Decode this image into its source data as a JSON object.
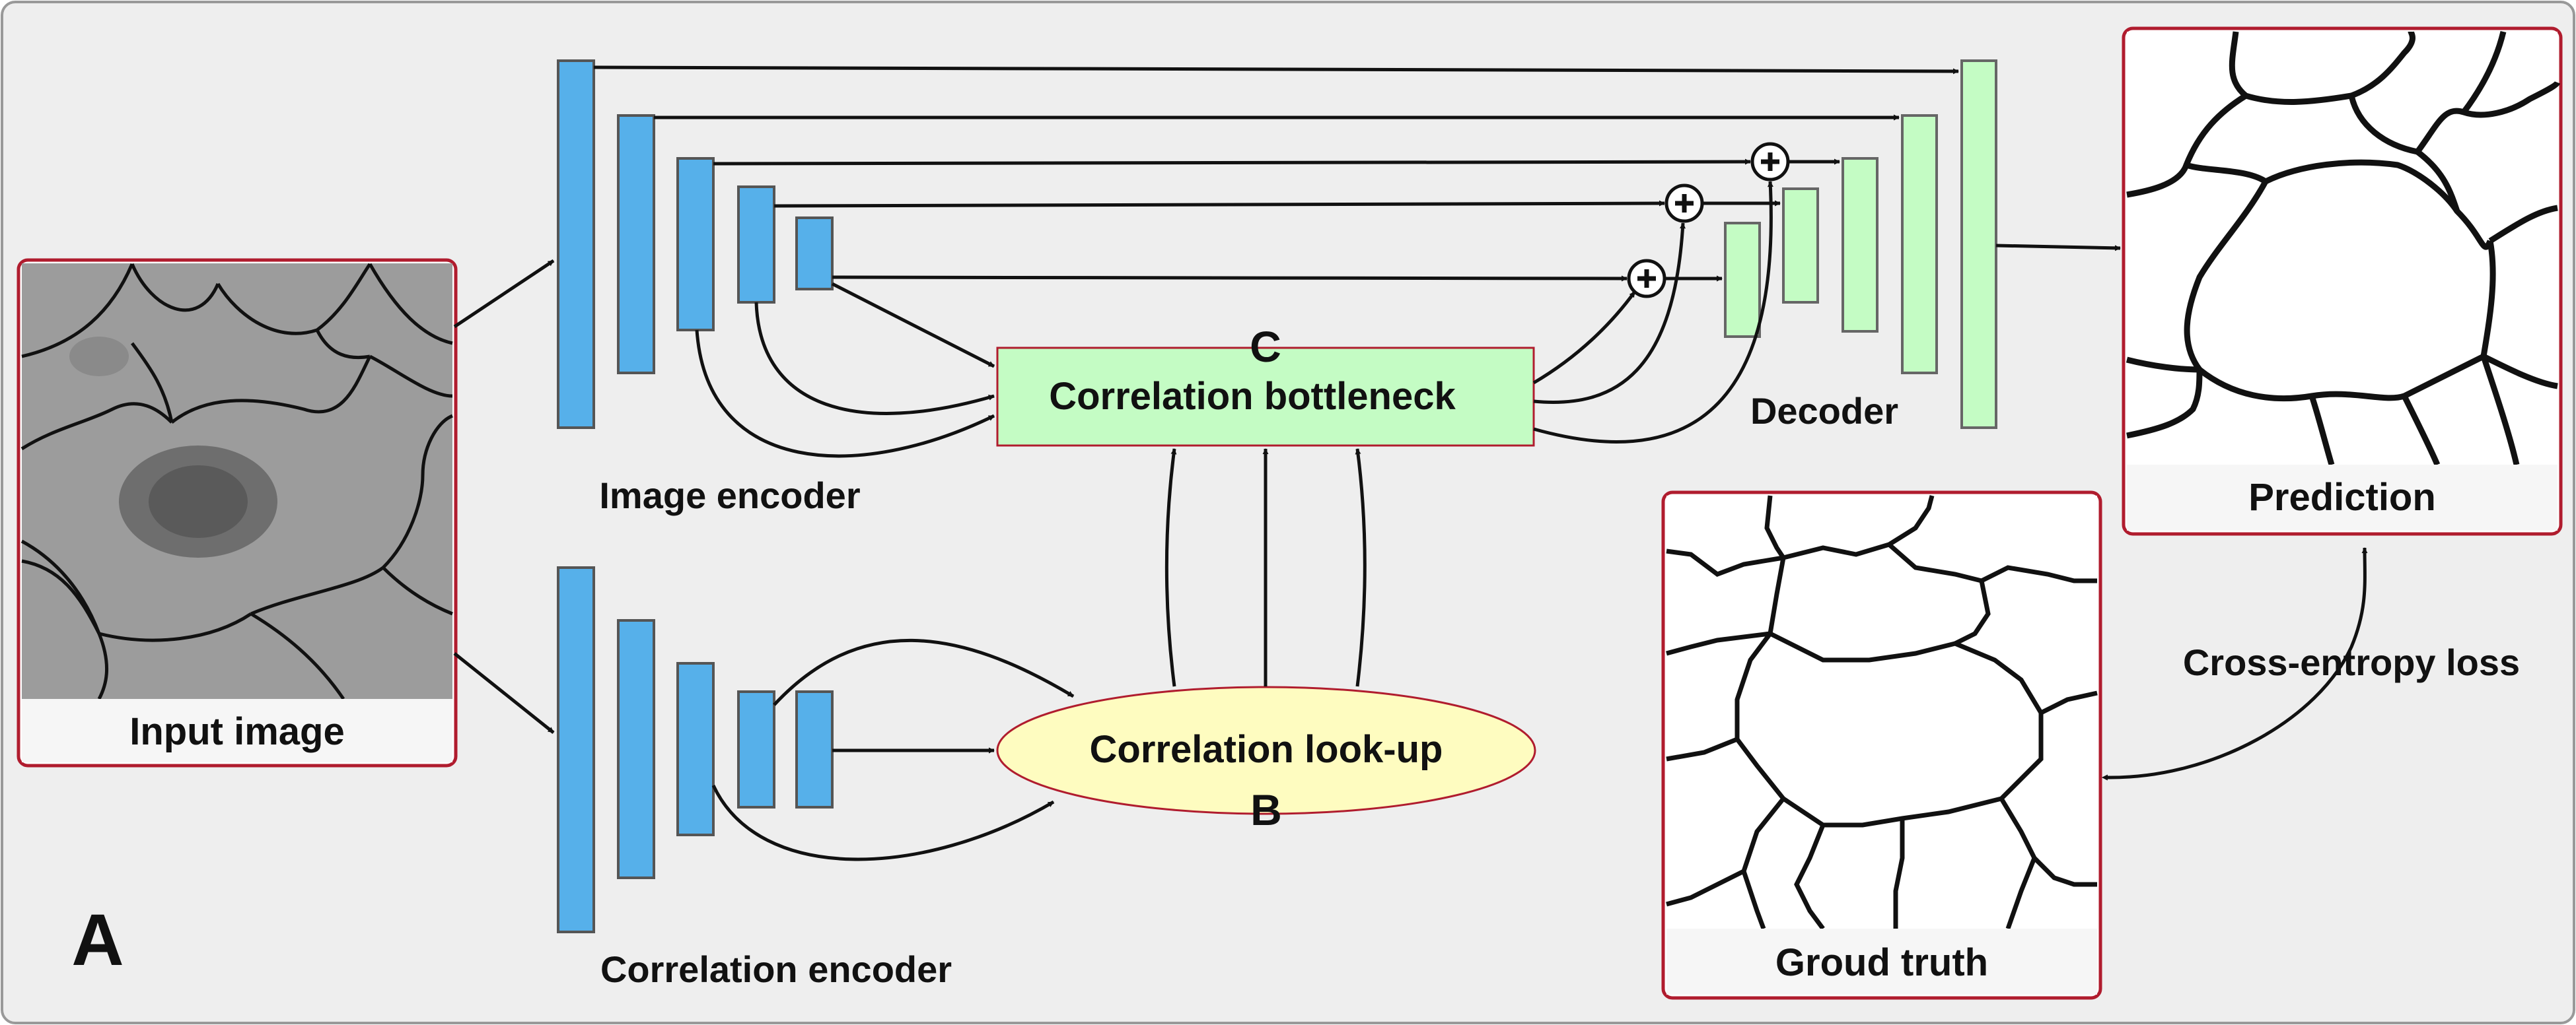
{
  "panel_label": "A",
  "input_image": {
    "caption": "Input image"
  },
  "image_encoder": {
    "label": "Image encoder"
  },
  "correlation_encoder": {
    "label": "Correlation encoder"
  },
  "correlation_bottleneck": {
    "label": "Correlation bottleneck",
    "marker": "C"
  },
  "correlation_lookup": {
    "label": "Correlation look-up",
    "marker": "B"
  },
  "decoder": {
    "label": "Decoder"
  },
  "prediction": {
    "caption": "Prediction"
  },
  "ground_truth": {
    "caption": "Groud truth"
  },
  "loss": {
    "label": "Cross-entropy loss"
  },
  "colors": {
    "background": "#eeeeee",
    "encoder_block": "#56b0ea",
    "decoder_block": "#c4fcc4",
    "bottleneck_fill": "#c4fcc4",
    "lookup_fill": "#fefcc0",
    "frame_red": "#b01c2e",
    "arrow": "#111111"
  }
}
